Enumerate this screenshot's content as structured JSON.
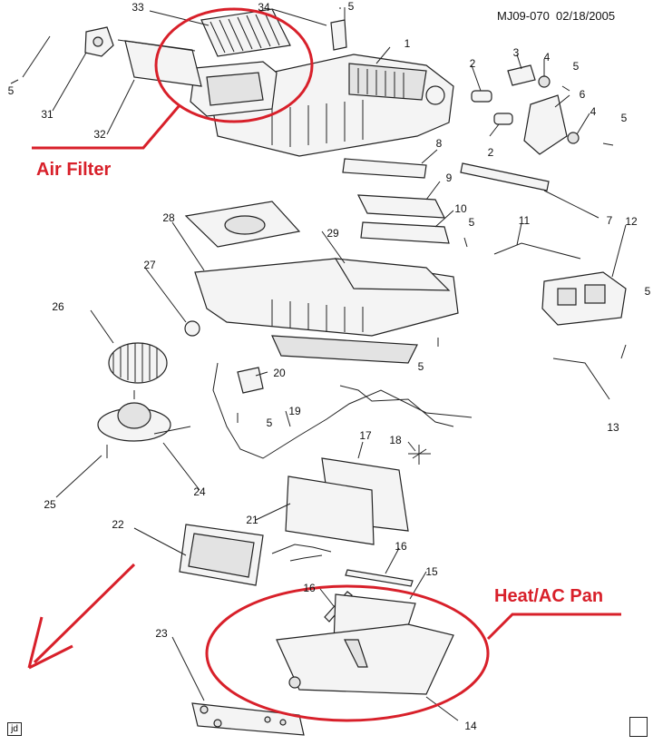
{
  "header": {
    "doc_code": "MJ09-070",
    "date": "02/18/2005"
  },
  "callouts": {
    "air_filter": "Air Filter",
    "heat_ac_pan": "Heat/AC Pan"
  },
  "corner": {
    "bottom_left": "jd"
  },
  "colors": {
    "annotation_red": "#d8202a",
    "line": "#222222"
  },
  "part_numbers": {
    "p1": "1",
    "p2a": "2",
    "p2b": "2",
    "p3": "3",
    "p4a": "4",
    "p4b": "4",
    "p5a": "5",
    "p5b": "5",
    "p5c": "5",
    "p5d": "5",
    "p5e": "5",
    "p5f": "5",
    "p5g": "5",
    "p5h": "5",
    "p6": "6",
    "p7": "7",
    "p8": "8",
    "p9": "9",
    "p10": "10",
    "p11": "11",
    "p12": "12",
    "p13": "13",
    "p14": "14",
    "p15": "15",
    "p16a": "16",
    "p16b": "16",
    "p17": "17",
    "p18": "18",
    "p19": "19",
    "p20": "20",
    "p21": "21",
    "p22": "22",
    "p23": "23",
    "p24": "24",
    "p25": "25",
    "p26": "26",
    "p27": "27",
    "p28": "28",
    "p29": "29",
    "p31": "31",
    "p32": "32",
    "p33": "33",
    "p34": "34"
  }
}
